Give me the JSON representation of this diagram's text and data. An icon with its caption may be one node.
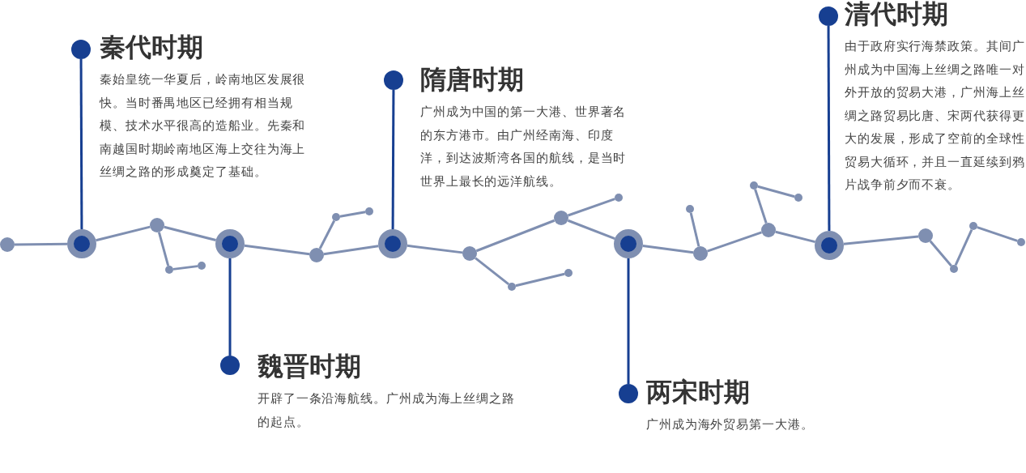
{
  "diagram": {
    "nodes": [
      {
        "text": [
          "秦代时期",
          "秦始皇统一华夏后，岭南地区发展很快。当时番禺地区已经拥有相当规模、技术水平很高的造船业。先秦和南越国时期岭南地区海上交往为海上丝绸之路的形成奠定了基础。"
        ]
      },
      {
        "text": [],
        "shape": "circle"
      },
      {
        "text": [
          "魏晋时期",
          "开辟了一条沿海航线。广州成为海上丝绸之路的起点。"
        ]
      },
      {
        "text": [],
        "shape": "circle"
      },
      {
        "text": [
          "隋唐时期",
          "广州成为中国的第一大港、世界著名的东方港市。由广州经南海、印度洋，到达波斯湾各国的航线，是当时世界上最长的远洋航线。"
        ]
      },
      {
        "text": [],
        "shape": "circle"
      },
      {
        "text": [
          "两宋时期",
          "广州成为海外贸易第一大港。"
        ]
      },
      {
        "text": [],
        "shape": "circle"
      },
      {
        "text": [
          "清代时期",
          "由于政府实行海禁政策。其间广州成为中国海上丝绸之路唯一对外开放的贸易大港，广州海上丝绸之路贸易比唐、宋两代获得更大的发展，形成了空前的全球性贸易大循环，并且一直延续到鸦片战争前夕而不衰。"
        ]
      },
      {
        "text": [],
        "shape": "circle"
      },
      {
        "text": [],
        "shape": "circle"
      },
      {
        "text": [],
        "shape": "circle"
      },
      {
        "text": [],
        "shape": "circle"
      },
      {
        "text": [],
        "shape": "circle"
      },
      {
        "text": [],
        "shape": "circle"
      },
      {
        "text": [],
        "shape": "circle"
      },
      {
        "text": [],
        "shape": "circle"
      },
      {
        "text": [],
        "shape": "circle"
      },
      {
        "text": [],
        "shape": "circle"
      },
      {
        "text": [],
        "shape": "circle"
      },
      {
        "text": [],
        "shape": "circle"
      },
      {
        "text": [],
        "shape": "circle"
      },
      {
        "text": [],
        "shape": "circle"
      },
      {
        "text": [],
        "shape": "circle"
      },
      {
        "text": [],
        "shape": "circle"
      },
      {
        "text": [],
        "shape": "circle"
      },
      {
        "text": [],
        "shape": "circle"
      },
      {
        "text": [],
        "shape": "circle"
      },
      {
        "text": [],
        "shape": "circle"
      },
      {
        "text": [],
        "shape": "circle"
      },
      {
        "text": [],
        "shape": "circle"
      },
      {
        "text": [],
        "shape": "circle"
      },
      {
        "text": [],
        "shape": "circle"
      },
      {
        "text": [],
        "shape": "circle"
      },
      {
        "text": [],
        "shape": "circle"
      },
      {
        "text": [],
        "shape": "circle"
      }
    ],
    "edges": [
      {
        "from": 1,
        "to": 11,
        "arrow": "none",
        "color": "#173f91"
      },
      {
        "from": 3,
        "to": 13,
        "arrow": "none",
        "color": "#173f91"
      },
      {
        "from": 5,
        "to": 15,
        "arrow": "none",
        "color": "#173f91"
      },
      {
        "from": 7,
        "to": 18,
        "arrow": "none",
        "color": "#173f91"
      },
      {
        "from": 9,
        "to": 21,
        "arrow": "none",
        "color": "#173f91"
      },
      {
        "from": 10,
        "to": 11,
        "arrow": "none"
      },
      {
        "from": 11,
        "to": 12,
        "arrow": "none"
      },
      {
        "from": 12,
        "to": 13,
        "arrow": "none"
      },
      {
        "from": 13,
        "to": 14,
        "arrow": "none"
      },
      {
        "from": 14,
        "to": 15,
        "arrow": "none"
      },
      {
        "from": 15,
        "to": 16,
        "arrow": "none"
      },
      {
        "from": 16,
        "to": 17,
        "arrow": "none"
      },
      {
        "from": 17,
        "to": 18,
        "arrow": "none"
      },
      {
        "from": 18,
        "to": 19,
        "arrow": "none"
      },
      {
        "from": 19,
        "to": 20,
        "arrow": "none"
      },
      {
        "from": 20,
        "to": 21,
        "arrow": "none"
      },
      {
        "from": 21,
        "to": 22,
        "arrow": "none"
      },
      {
        "from": 22,
        "to": 23,
        "arrow": "none"
      },
      {
        "from": 23,
        "to": 24,
        "arrow": "none"
      },
      {
        "from": 24,
        "to": 25,
        "arrow": "none"
      },
      {
        "from": 12,
        "to": 26,
        "arrow": "none"
      },
      {
        "from": 26,
        "to": 27,
        "arrow": "none"
      },
      {
        "from": 14,
        "to": 28,
        "arrow": "none"
      },
      {
        "from": 28,
        "to": 29,
        "arrow": "none"
      },
      {
        "from": 16,
        "to": 30,
        "arrow": "none"
      },
      {
        "from": 30,
        "to": 31,
        "arrow": "none"
      },
      {
        "from": 17,
        "to": 32,
        "arrow": "none"
      },
      {
        "from": 19,
        "to": 33,
        "arrow": "none"
      },
      {
        "from": 20,
        "to": 34,
        "arrow": "none"
      },
      {
        "from": 34,
        "to": 35,
        "arrow": "none"
      }
    ]
  }
}
